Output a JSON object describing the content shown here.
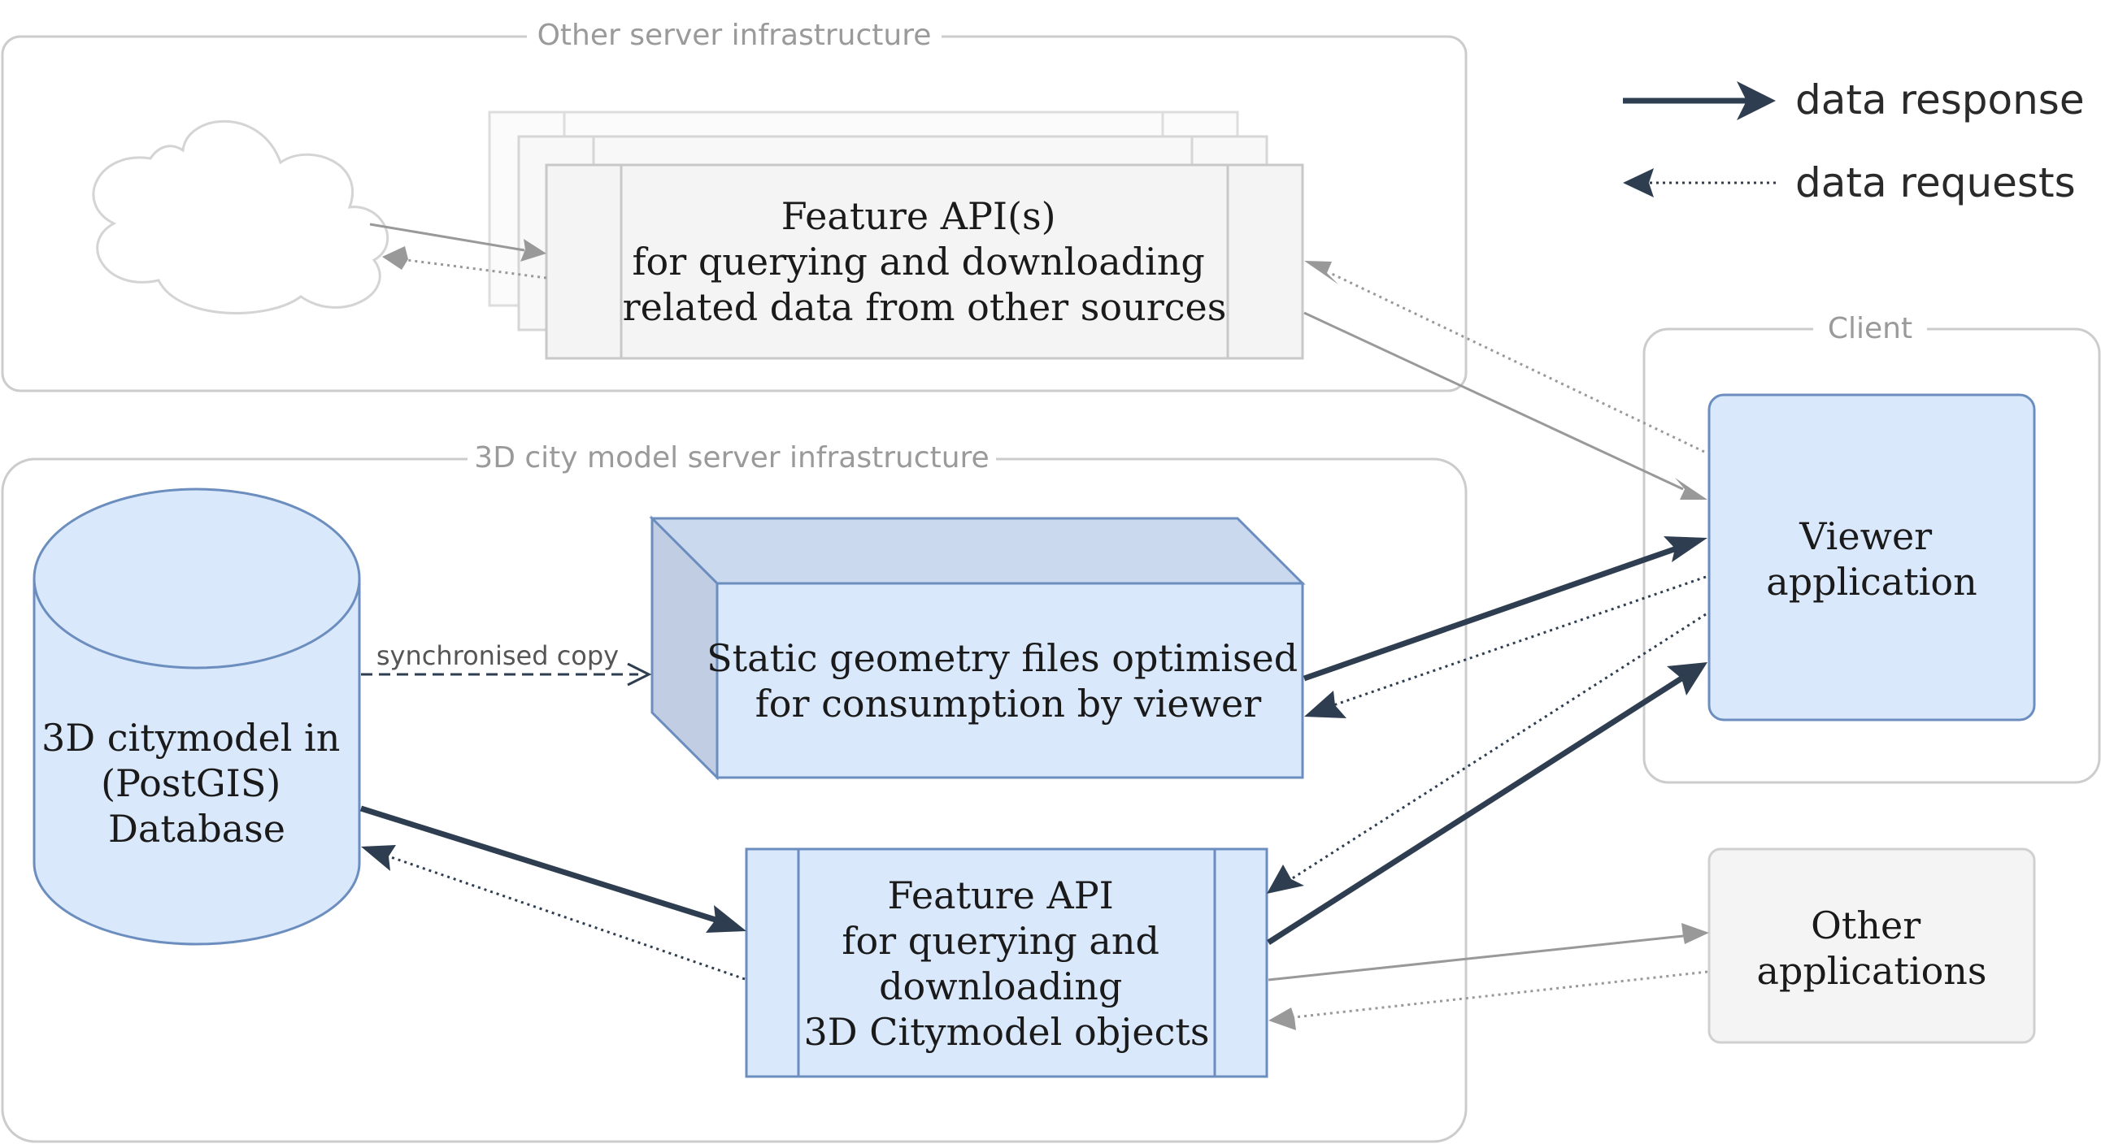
{
  "colors": {
    "dark_arrow": "#2e3e50",
    "grey_arrow": "#999999",
    "blue_fill": "#dae8fc",
    "blue_stroke": "#6c8ebf",
    "grey_fill": "#f4f4f4",
    "grey_stroke": "#c8c8c8",
    "group_stroke": "#cccccc"
  },
  "legend": {
    "response": "data response",
    "requests": "data requests"
  },
  "groups": {
    "other_infra": "Other server infrastructure",
    "city_infra": "3D city model server infrastructure",
    "client": "Client"
  },
  "nodes": {
    "other_feature_api": [
      "Feature API(s)",
      "for querying and downloading",
      "related data from other sources"
    ],
    "database": [
      "3D citymodel in",
      "(PostGIS)",
      "Database"
    ],
    "static_files": [
      "Static geometry files optimised",
      "for consumption by viewer"
    ],
    "feature_api": [
      "Feature API",
      "for querying and",
      "downloading",
      "3D Citymodel objects"
    ],
    "viewer": [
      "Viewer",
      "application"
    ],
    "other_apps": [
      "Other",
      "applications"
    ]
  },
  "edges": {
    "sync_label": "synchronised copy"
  }
}
